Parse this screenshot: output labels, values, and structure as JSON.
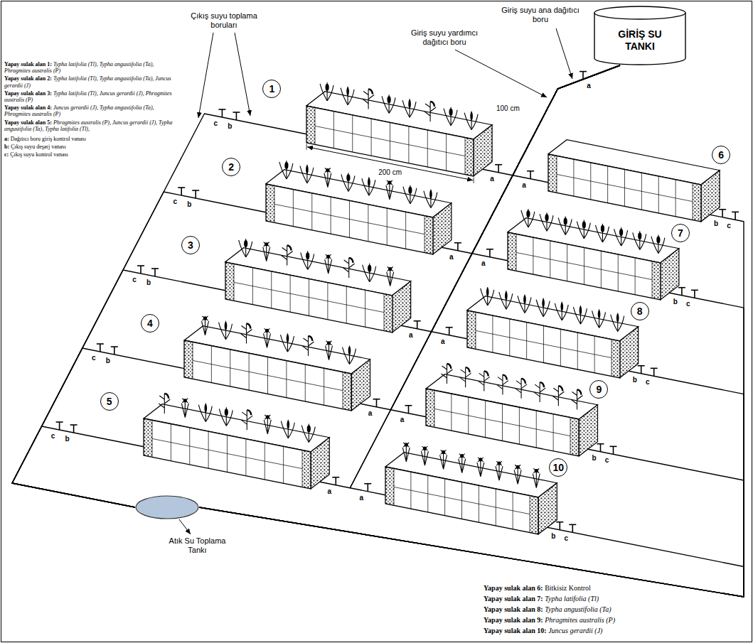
{
  "diagram": {
    "nodes": [
      {
        "text": [
          "GİRİŞ SU TANKI"
        ]
      },
      {
        "text": [
          "1"
        ]
      },
      {
        "text": [
          "2"
        ]
      },
      {
        "text": [
          "3"
        ]
      },
      {
        "text": [
          "4"
        ]
      },
      {
        "text": [
          "5"
        ]
      },
      {
        "text": [
          "6"
        ]
      },
      {
        "text": [
          "7"
        ]
      },
      {
        "text": [
          "8"
        ]
      },
      {
        "text": [
          "9"
        ]
      },
      {
        "text": [
          "10"
        ]
      },
      {
        "text": [
          "Atık Su Toplama Tankı"
        ]
      }
    ],
    "edges": [
      {
        "from": 0,
        "to": 1,
        "arrow": "none"
      },
      {
        "from": 0,
        "to": 2,
        "arrow": "none"
      },
      {
        "from": 0,
        "to": 3,
        "arrow": "none"
      },
      {
        "from": 0,
        "to": 4,
        "arrow": "none"
      },
      {
        "from": 0,
        "to": 5,
        "arrow": "none"
      },
      {
        "from": 0,
        "to": 6,
        "arrow": "none"
      },
      {
        "from": 0,
        "to": 7,
        "arrow": "none"
      },
      {
        "from": 0,
        "to": 8,
        "arrow": "none"
      },
      {
        "from": 0,
        "to": 9,
        "arrow": "none"
      },
      {
        "from": 0,
        "to": 10,
        "arrow": "none"
      },
      {
        "from": 1,
        "to": 11,
        "arrow": "none"
      },
      {
        "from": 2,
        "to": 11,
        "arrow": "none"
      },
      {
        "from": 3,
        "to": 11,
        "arrow": "none"
      },
      {
        "from": 4,
        "to": 11,
        "arrow": "none"
      },
      {
        "from": 5,
        "to": 11,
        "arrow": "none"
      },
      {
        "from": 6,
        "to": 11,
        "arrow": "none"
      },
      {
        "from": 7,
        "to": 11,
        "arrow": "none"
      },
      {
        "from": 8,
        "to": 11,
        "arrow": "none"
      },
      {
        "from": 9,
        "to": 11,
        "arrow": "none"
      },
      {
        "from": 10,
        "to": 11,
        "arrow": "none"
      }
    ],
    "labels": [
      "Çıkış suyu toplama boruları",
      "Giriş suyu yardımcı dağıtıcı boru",
      "Giriş suyu ana dağıtıcı boru",
      "200 cm",
      "100 cm",
      "Yapay sulak alan 1: Typha latifolia (Tl), Typha angustifolia (Ta), Phragmites australis (P)",
      "Yapay sulak alan 2: Typha latifolia (Tl), Typha angustifolia (Ta), Juncus gerardii (J)",
      "Yapay sulak alan 3: Typha latifolia (Tl), Juncus gerardii (J), Phragmites australis (P)",
      "Yapay sulak alan 4: Juncus gerardii (J), Typha angustifolia (Ta), Phragmites australis (P)",
      "Yapay sulak alan 5: Phragmites australis (P), Juncus gerardii (J), Typha angustifolia (Ta), Typha latifolia (Tl),",
      "a: Dağıtıcı boru giriş kontrol vanası",
      "b: Çıkış suyu deşarj vanası",
      "c: Çıkış suyu kontrol vanası",
      "Yapay sulak alan 6: Bitkisiz Kontrol",
      "Yapay sulak alan 7: Typha latifolia (Tl)",
      "Yapay sulak alan 8: Typha angustifolia (Ta)",
      "Yapay sulak alan 9: Phragmites australis (P)",
      "Yapay sulak alan 10: Juncus gerardii (J)",
      "a",
      "c",
      "b",
      "a",
      "a",
      "b",
      "c",
      "c",
      "b",
      "a",
      "a",
      "b",
      "c",
      "c",
      "b",
      "a",
      "a",
      "b",
      "c",
      "c",
      "b",
      "a",
      "a",
      "b",
      "c",
      "c",
      "b",
      "a",
      "a",
      "b",
      "c"
    ]
  }
}
